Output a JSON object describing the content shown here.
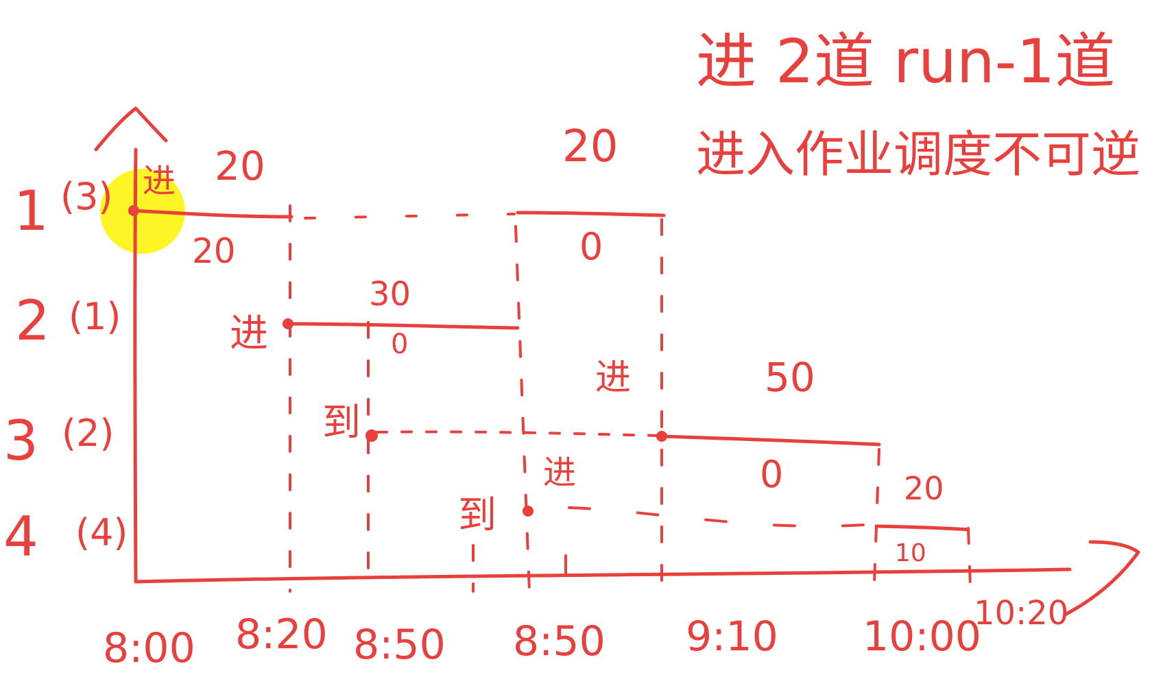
{
  "colors": {
    "ink": "#e8403c",
    "highlight": "#fff200",
    "background": "#ffffff"
  },
  "header": {
    "line1": "进 2道 run-1道",
    "line2": "进入作业调度不可逆"
  },
  "jobs": [
    {
      "id": "1",
      "priority": "(3)",
      "enter_mark": "进",
      "run_mark": "",
      "run_top": "20",
      "run_bottom": "20",
      "second_top": "20",
      "second_bottom": "0"
    },
    {
      "id": "2",
      "priority": "(1)",
      "enter_mark": "进",
      "run_mark": "",
      "run_top": "30",
      "run_bottom": "0"
    },
    {
      "id": "3",
      "priority": "(2)",
      "enter_mark": "进",
      "run_mark": "到",
      "run_top": "50",
      "run_bottom": "0"
    },
    {
      "id": "4",
      "priority": "(4)",
      "enter_mark": "进",
      "run_mark": "到",
      "run_top": "20",
      "run_bottom": "10"
    }
  ],
  "time_axis": [
    "8:00",
    "8:20",
    "8:50",
    "8:50",
    "9:10",
    "10:00",
    "10:20"
  ]
}
